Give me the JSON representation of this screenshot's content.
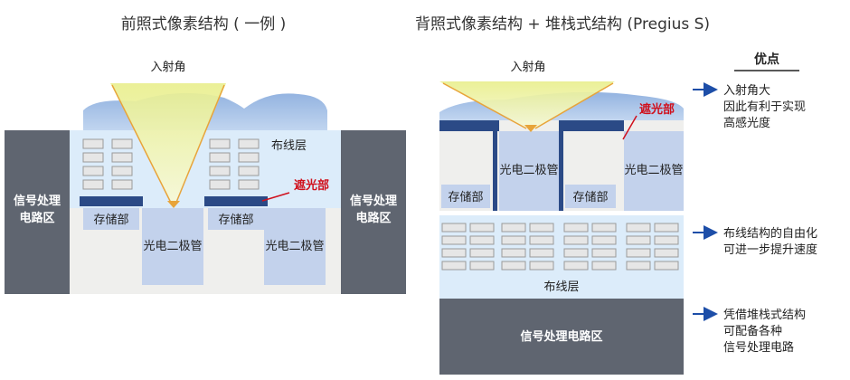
{
  "left": {
    "title": "前照式像素结构 ( 一例 )",
    "incidence_label": "入射角",
    "wiring_label": "布线层",
    "shield_label": "遮光部",
    "storage_label": "存储部",
    "photodiode_label": "光电二极管",
    "signal_region_label": [
      "信号处理",
      "电路区"
    ]
  },
  "right": {
    "title": "背照式像素结构 + 堆栈式结构 (Pregius S)",
    "incidence_label": "入射角",
    "shield_label": "遮光部",
    "storage_label": "存储部",
    "photodiode_label": "光电二极管",
    "wiring_label": "布线层",
    "signal_region_label": "信号处理电路区"
  },
  "advantages": {
    "heading": "优点",
    "items": [
      {
        "lines": [
          "入射角大",
          "因此有利于实现",
          "高感光度"
        ]
      },
      {
        "lines": [
          "布线结构的自由化",
          "可进一步提升速度"
        ]
      },
      {
        "lines": [
          "凭借堆栈式结构",
          "可配备各种",
          "信号处理电路"
        ]
      }
    ]
  },
  "colors": {
    "dark_gray": "#5f6570",
    "light_blue": "#dcecfa",
    "photodiode": "#c3d2ec",
    "shield": "#2b4a86",
    "microlens": "#a9c3e6",
    "light_cone": "#eef2a8",
    "arrow": "#1d4ea8",
    "accent_red": "#d0101c"
  }
}
